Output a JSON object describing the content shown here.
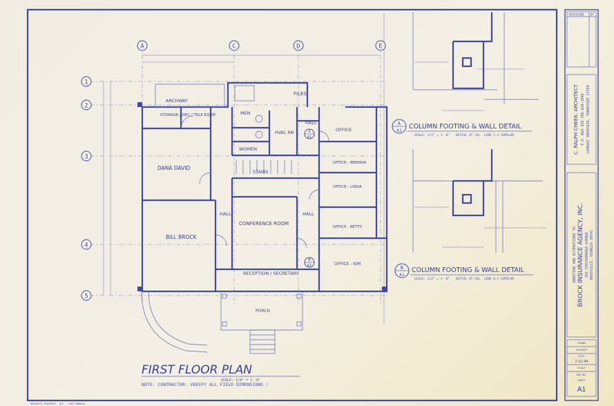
{
  "plan": {
    "title": "FIRST FLOOR PLAN",
    "scale": "SCALE: 1/8\" = 1'-0\"",
    "note": "NOTE:  CONTRACTOR: VERIFY ALL FIELD DIMENSIONS !",
    "grid_columns": [
      "A",
      "C",
      "D",
      "E"
    ],
    "grid_rows": [
      "1",
      "2",
      "3",
      "4",
      "5"
    ],
    "rooms": {
      "archway": "ARCHWAY",
      "files": "FILES",
      "storage": "STORAGE / DEC / TELE EQUIP",
      "men": "MEN",
      "hvac": "HVAC RM",
      "hall_top": "HALL",
      "office_top": "OFFICE",
      "women": "WOMEN",
      "dana": "DANA DAVID",
      "stairs": "STAIRS",
      "office_brenda": "OFFICE - BRENDA",
      "office_linda": "OFFICE - LINDA",
      "hall_left": "HALL",
      "conference": "CONFERENCE ROOM",
      "hall_right": "HALL",
      "office_betty": "OFFICE - BETTY",
      "bill": "BILL BROCK",
      "office_kim": "OFFICE - KIM",
      "reception": "RECEPTION / SECRETARY",
      "porch": "PORCH"
    }
  },
  "details": {
    "top_title": "COLUMN FOOTING & WALL DETAIL",
    "top_bubble_letter": "A",
    "top_bubble_sheet": "A1",
    "top_scale": "SCALE: 1/2\" = 1'-0\"",
    "top_note": "DETAIL AT COL. LINE C-4 SIMILAR",
    "bottom_title": "COLUMN FOOTING & WALL DETAIL",
    "bottom_bubble_letter": "B",
    "bottom_bubble_sheet": "A1",
    "bottom_scale": "SCALE: 1/2\" = 1'-0\"",
    "bottom_note": "DETAIL AT COL. LINE D-2 SIMILAR"
  },
  "title_block": {
    "revisions_label": "REVISIONS",
    "by_label": "BY",
    "architect_name": "C. RALPH CHEEK, ARCHITECT",
    "architect_addr": "P.O. BOX 425    706-820-1848",
    "architect_city": "LOOKOUT MOUNTAIN, TENNESSEE 37350",
    "project_line1": "ADDITION AND ALTERATIONS TO",
    "project_line2": "BROCK INSURANCE AGENCY, INC.",
    "project_line3": "501 CHICKAMAUGA AVENUE",
    "project_line4": "ROSSVILLE, GEORGIA 30741",
    "drawn_label": "DRAWN",
    "checked_label": "CHECKED",
    "date_label": "DATE",
    "date_value": "7-11-94",
    "scale_label": "SCALE",
    "job_label": "JOB NO.",
    "sheet_label": "SHEET",
    "sheet_value": "A1"
  },
  "footer": {
    "left_a": "GRAPHICS PRINTERS",
    "left_b": "ATL · CHATTANOOGA"
  },
  "colors": {
    "ink": "#3a43a0",
    "paper": "#f2eee3"
  }
}
